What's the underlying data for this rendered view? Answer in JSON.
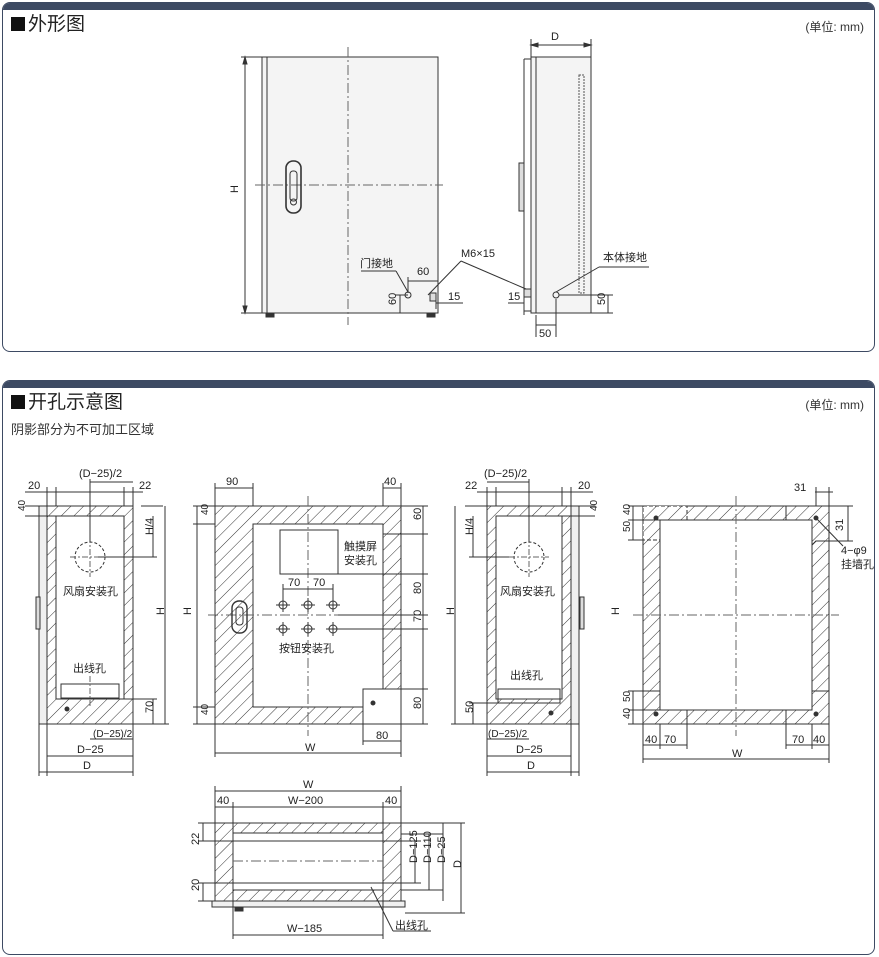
{
  "outline": {
    "title": "外形图",
    "unit": "(单位: mm)",
    "labels": {
      "H": "H",
      "D": "D",
      "door_ground": "门接地",
      "body_ground": "本体接地",
      "bolt": "M6×15",
      "d60a": "60",
      "d60b": "60",
      "d15a": "15",
      "d15b": "15",
      "d50a": "50",
      "d50b": "50"
    }
  },
  "holes": {
    "title": "开孔示意图",
    "unit": "(单位: mm)",
    "note": "阴影部分为不可加工区域",
    "left_side": {
      "d20": "20",
      "d_d25_2": "(D−25)/2",
      "d22": "22",
      "d40": "40",
      "h4": "H/4",
      "H": "H",
      "d70": "70",
      "fan": "风扇安装孔",
      "cable": "出线孔",
      "d_d25_2_bottom": "(D−25)/2",
      "d_d25": "D−25",
      "D": "D"
    },
    "front": {
      "d90": "90",
      "d40top": "40",
      "d40left_top": "40",
      "d60": "60",
      "touch1": "触摸屏",
      "touch2": "安装孔",
      "d70a": "70",
      "d70b": "70",
      "d80a": "80",
      "d70c": "70",
      "button": "按钮安装孔",
      "H": "H",
      "d40left_bottom": "40",
      "d80b": "80",
      "d80c": "80",
      "W": "W"
    },
    "right_side": {
      "d_d25_2": "(D−25)/2",
      "d22": "22",
      "d20": "20",
      "d40": "40",
      "h4": "H/4",
      "H": "H",
      "d50": "50",
      "fan": "风扇安装孔",
      "cable": "出线孔",
      "d_d25_2_bottom": "(D−25)/2",
      "d_d25": "D−25",
      "D": "D"
    },
    "back": {
      "d31a": "31",
      "d31b": "31",
      "d40a": "40",
      "d50a": "50",
      "mount1": "4−φ9",
      "mount2": "挂墙孔",
      "H": "H",
      "d50b": "50",
      "d40b": "40",
      "d40c": "40",
      "d70a": "70",
      "d70b": "70",
      "d40d": "40",
      "W": "W"
    },
    "bottom": {
      "W": "W",
      "d40a": "40",
      "d_w200": "W−200",
      "d40b": "40",
      "d22": "22",
      "d20": "20",
      "d_d125": "D−125",
      "d_d110": "D−110",
      "d_d25": "D−25",
      "D": "D",
      "d_w185": "W−185",
      "cable": "出线孔"
    }
  }
}
